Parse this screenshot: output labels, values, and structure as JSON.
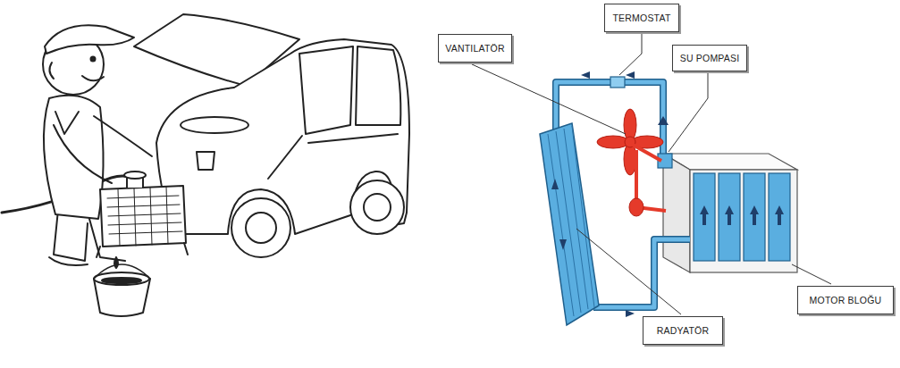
{
  "diagram": {
    "nodes": [
      {
        "text": [
          "TERMOSTAT"
        ]
      },
      {
        "text": [
          "VANTILATÖR"
        ]
      },
      {
        "text": [
          "SU POMPASI"
        ]
      },
      {
        "text": [
          "MOTOR BLOĞU"
        ]
      },
      {
        "text": [
          "RADYATÖR"
        ]
      }
    ]
  }
}
